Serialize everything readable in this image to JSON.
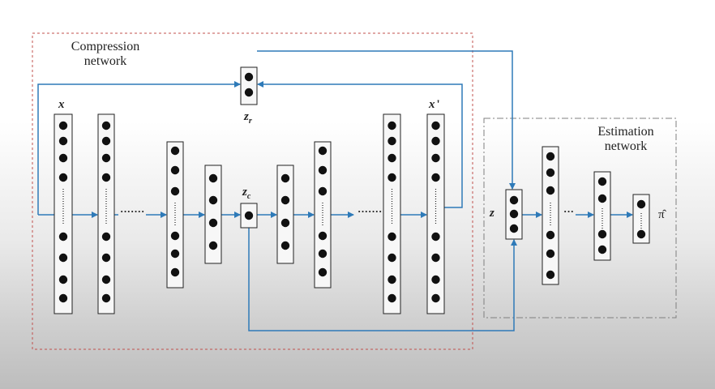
{
  "compression": {
    "title_line1": "Compression",
    "title_line2": "network"
  },
  "estimation": {
    "title_line1": "Estimation",
    "title_line2": "network"
  },
  "labels": {
    "x": "x",
    "x_prime": "x",
    "prime_mark": "'",
    "zr_base": "z",
    "zr_sub": "r",
    "zc_base": "z",
    "zc_sub": "c",
    "z": "z",
    "pi_hat": "π̂",
    "ellipsis_left": "·······",
    "ellipsis_right": "·······",
    "ellipsis_est": "···"
  },
  "colors": {
    "arrow": "#2e7ab8",
    "compression_border": "#c0504d",
    "estimation_border": "#7f7f7f",
    "node": "#111111"
  }
}
